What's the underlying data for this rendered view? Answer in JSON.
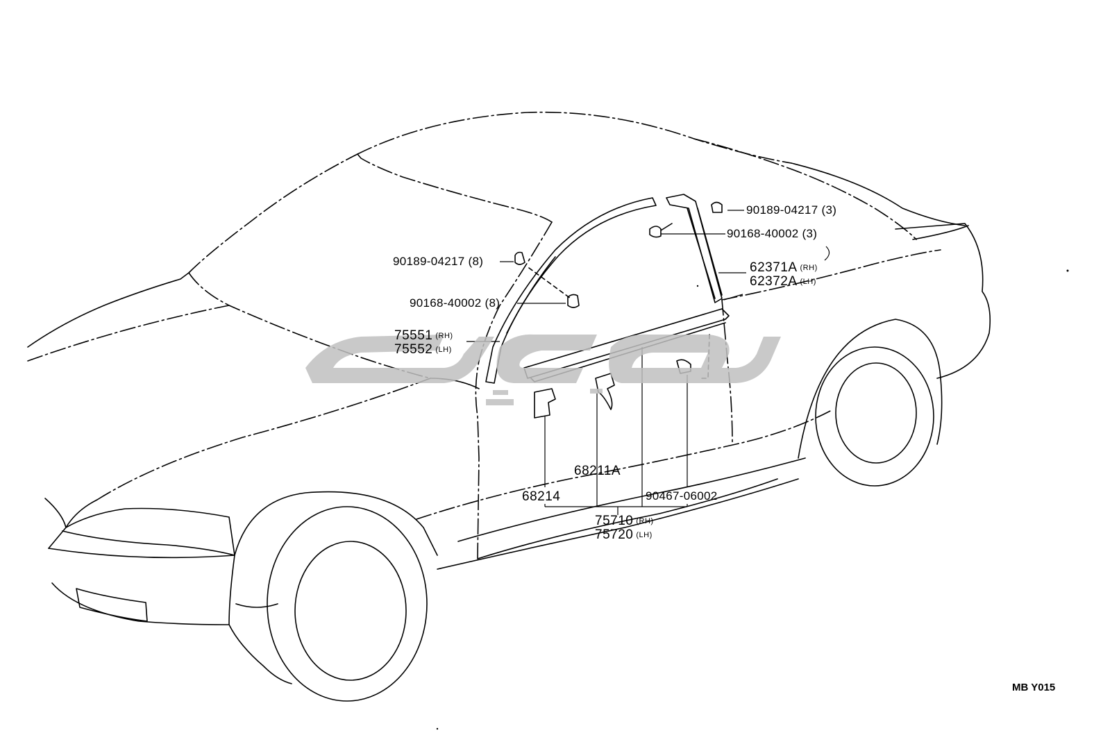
{
  "colors": {
    "line": "#000000",
    "background": "#ffffff",
    "watermark": "#c0c0c0"
  },
  "diagram_code": "MB Y015",
  "callouts": [
    {
      "part": "90189-04217",
      "qty": "(8)"
    },
    {
      "part": "90168-40002",
      "qty": "(8)"
    },
    {
      "part": "75551",
      "side": "(RH)"
    },
    {
      "part": "75552",
      "side": "(LH)"
    },
    {
      "part": "90189-04217",
      "qty": "(3)"
    },
    {
      "part": "90168-40002",
      "qty": "(3)"
    },
    {
      "part": "62371A",
      "side": "(RH)"
    },
    {
      "part": "62372A",
      "side": "(LH)"
    },
    {
      "part": "68211A"
    },
    {
      "part": "68214"
    },
    {
      "part": "90467-06002"
    },
    {
      "part": "75710",
      "side": "(RH)"
    },
    {
      "part": "75720",
      "side": "(LH)"
    }
  ]
}
